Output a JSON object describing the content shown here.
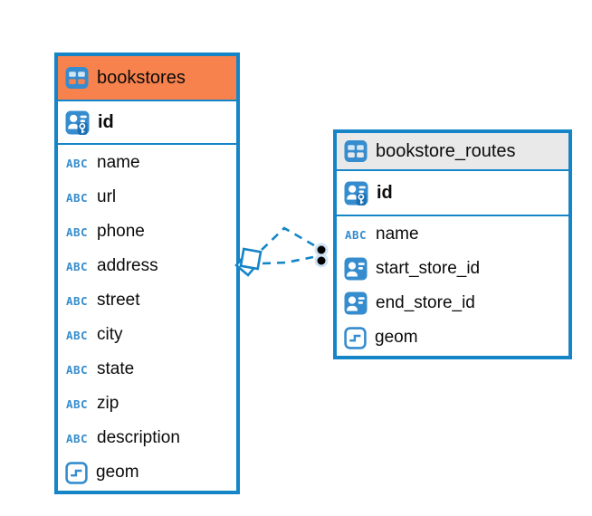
{
  "diagram": {
    "background": "#ffffff",
    "accent_blue": "#1585C8",
    "icon_blue": "#358CCE",
    "icons": {
      "text_type_glyph": "ABC"
    },
    "tables": [
      {
        "name": "bookstores",
        "header_color": "#F7824D",
        "primary_key": {
          "name": "id",
          "type": "primary-key"
        },
        "columns": [
          {
            "name": "name",
            "type": "text"
          },
          {
            "name": "url",
            "type": "text"
          },
          {
            "name": "phone",
            "type": "text"
          },
          {
            "name": "address",
            "type": "text"
          },
          {
            "name": "street",
            "type": "text"
          },
          {
            "name": "city",
            "type": "text"
          },
          {
            "name": "state",
            "type": "text"
          },
          {
            "name": "zip",
            "type": "text"
          },
          {
            "name": "description",
            "type": "text"
          },
          {
            "name": "geom",
            "type": "geometry"
          }
        ]
      },
      {
        "name": "bookstore_routes",
        "header_color": "#E9E9E9",
        "primary_key": {
          "name": "id",
          "type": "primary-key"
        },
        "columns": [
          {
            "name": "name",
            "type": "text"
          },
          {
            "name": "start_store_id",
            "type": "reference"
          },
          {
            "name": "end_store_id",
            "type": "reference"
          },
          {
            "name": "geom",
            "type": "geometry"
          }
        ]
      }
    ],
    "relationships": [
      {
        "from": "bookstore_routes.start_store_id",
        "to": "bookstores.id",
        "source_marker": "diamond",
        "target_marker": "dot",
        "line_style": "dashed"
      },
      {
        "from": "bookstore_routes.end_store_id",
        "to": "bookstores.id",
        "source_marker": "diamond",
        "target_marker": "dot",
        "line_style": "dashed"
      }
    ]
  }
}
